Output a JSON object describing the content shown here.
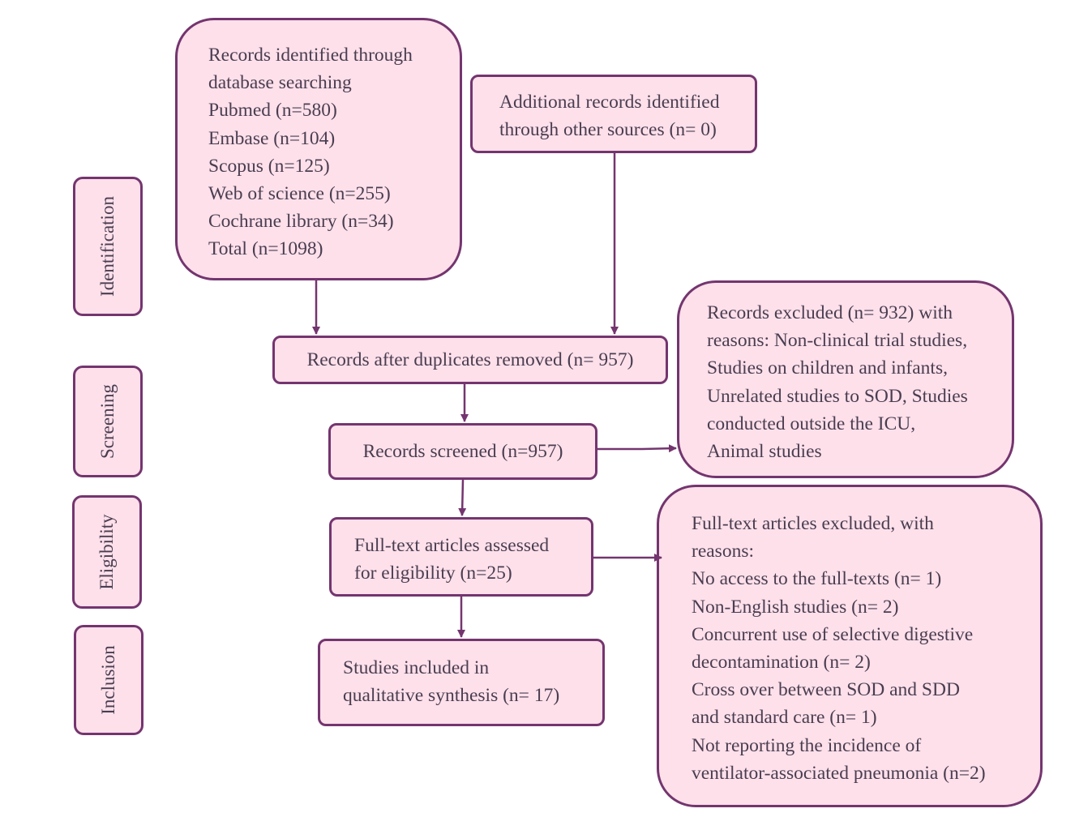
{
  "stages": {
    "identification": "Identification",
    "screening": "Screening",
    "eligibility": "Eligibility",
    "inclusion": "Inclusion"
  },
  "boxes": {
    "database": {
      "lines": [
        "Records identified through",
        "database searching",
        "Pubmed (n=580)",
        "Embase (n=104)",
        "Scopus (n=125)",
        "Web of science (n=255)",
        "Cochrane library (n=34)",
        "Total (n=1098)"
      ]
    },
    "additional": {
      "lines": [
        "Additional records identified",
        "through other sources (n= 0)"
      ]
    },
    "duplicates": {
      "text": "Records after duplicates removed (n= 957)"
    },
    "screened": {
      "text": "Records screened (n=957)"
    },
    "excluded_records": {
      "lines": [
        "Records excluded (n= 932) with",
        "reasons: Non-clinical trial studies,",
        "Studies on children and infants,",
        "Unrelated studies to SOD, Studies",
        "conducted outside the ICU,",
        "Animal studies"
      ]
    },
    "fulltext": {
      "lines": [
        "Full-text articles assessed",
        "for eligibility (n=25)"
      ]
    },
    "excluded_fulltext": {
      "lines": [
        "Full-text articles excluded, with",
        "reasons:",
        "No access to the full-texts (n= 1)",
        "Non-English studies (n= 2)",
        "Concurrent use of selective digestive",
        "decontamination (n= 2)",
        "Cross over between SOD and SDD",
        "and standard care (n= 1)",
        "Not reporting the incidence of",
        "ventilator-associated pneumonia (n=2)"
      ]
    },
    "included": {
      "lines": [
        "Studies included in",
        "qualitative synthesis (n= 17)"
      ]
    }
  },
  "colors": {
    "fill": "#fde0ea",
    "stroke": "#74356f",
    "text": "#4a3d50"
  }
}
